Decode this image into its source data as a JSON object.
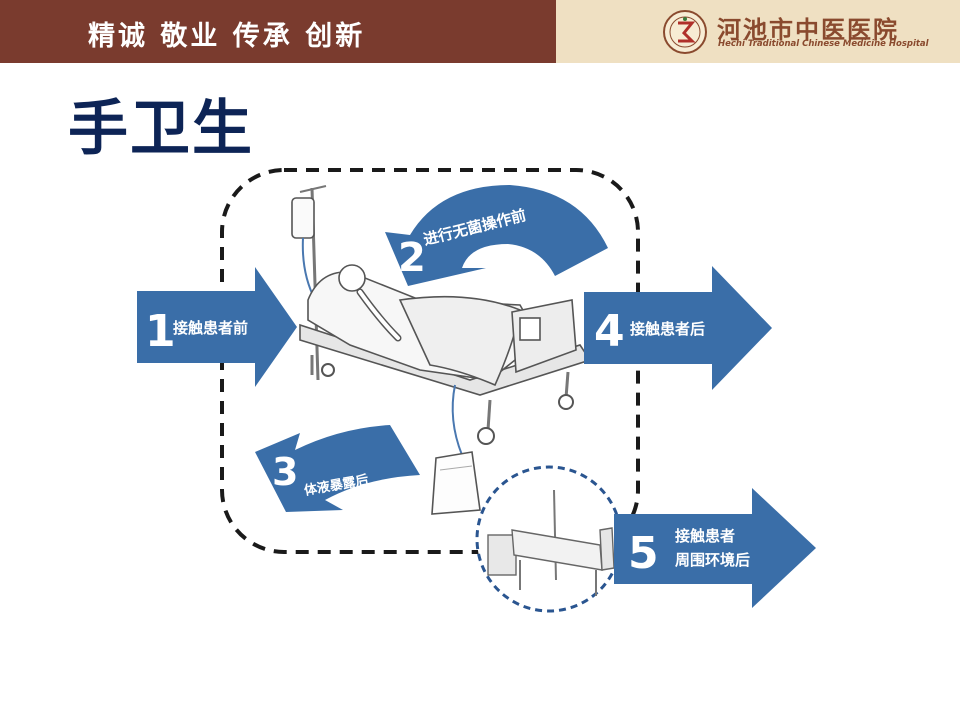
{
  "header": {
    "motto": "精诚  敬业  传承  创新",
    "hospital_cn": "河池市中医医院",
    "hospital_en": "Hechi Traditional Chinese Medicine Hospital"
  },
  "title": "手卫生",
  "moments": [
    {
      "num": "1",
      "text": "接触患者前"
    },
    {
      "num": "2",
      "text": "进行无菌操作前"
    },
    {
      "num": "3",
      "text": "体液暴露后"
    },
    {
      "num": "4",
      "text": "接触患者后"
    },
    {
      "num": "5",
      "line1": "接触患者",
      "line2": "周围环境后"
    }
  ],
  "colors": {
    "arrow": "#3a6ea8",
    "header": "#7a3b2e",
    "header_right": "#efe0c2",
    "title": "#0d2456"
  }
}
